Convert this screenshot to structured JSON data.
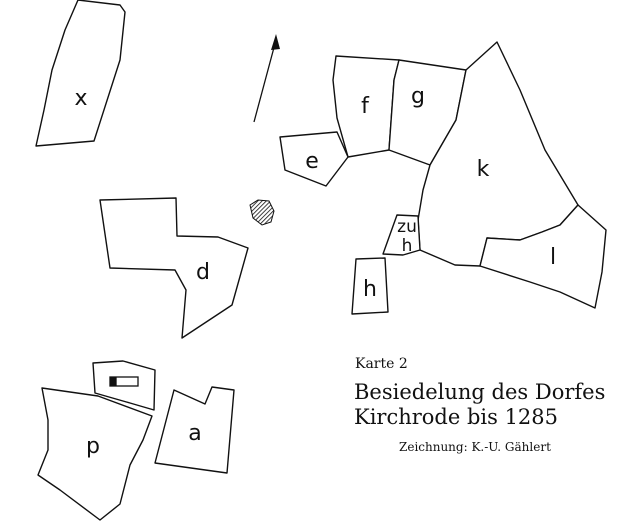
{
  "caption": {
    "map_number": "Karte 2",
    "title_line1": "Besiedelung des Dorfes",
    "title_line2": "Kirchrode bis 1285",
    "credit": "Zeichnung: K.-U. Gählert"
  },
  "parcels": {
    "x": "x",
    "f": "f",
    "g": "g",
    "k": "k",
    "e": "e",
    "zu": "zu",
    "h_inner": "h",
    "h_lower": "h",
    "l": "l",
    "d": "d",
    "p": "p",
    "a": "a"
  },
  "icons": {
    "north_arrow": "north-arrow-icon",
    "church": "church-icon",
    "hatched_plot": "hatched-plot"
  }
}
